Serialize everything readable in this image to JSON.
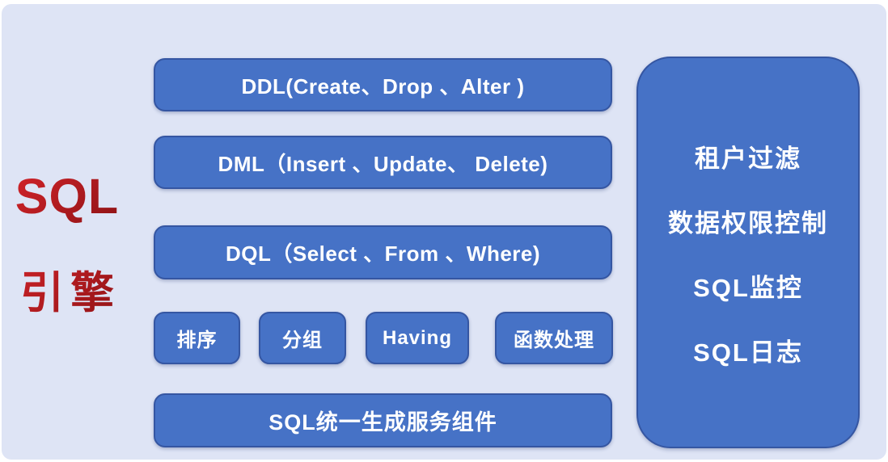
{
  "diagram": {
    "title": {
      "line1": "SQL",
      "line2": "引擎"
    },
    "middle_boxes": [
      {
        "label": "DDL(Create、Drop 、Alter )"
      },
      {
        "label": "DML（Insert 、Update、 Delete)"
      },
      {
        "label": "DQL（Select 、From 、Where)"
      }
    ],
    "feature_row": [
      {
        "label": "排序"
      },
      {
        "label": "分组"
      },
      {
        "label": "Having"
      },
      {
        "label": "函数处理"
      }
    ],
    "bottom_box": {
      "label": "SQL统一生成服务组件"
    },
    "right_panel": {
      "items": [
        {
          "label": "租户过滤"
        },
        {
          "label": "数据权限控制"
        },
        {
          "label": "SQL监控"
        },
        {
          "label": "SQL日志"
        }
      ]
    }
  },
  "colors": {
    "background": "#dee4f5",
    "box_fill": "#4672c6",
    "box_border": "#3556a2",
    "box_text": "#ffffff",
    "title_red": "#b5161b",
    "title_red_light": "#cf2329",
    "title_red_dark": "#8e1215"
  }
}
